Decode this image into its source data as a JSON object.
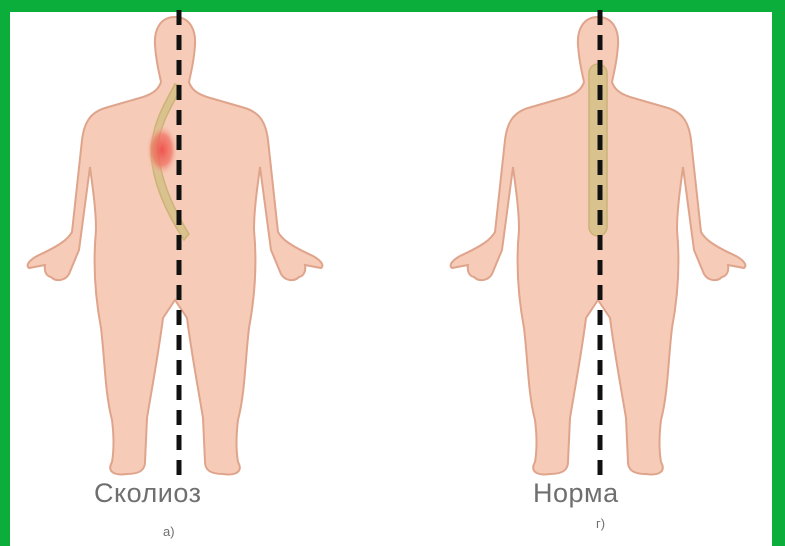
{
  "figures": [
    {
      "label": "Сколиоз",
      "sublabel": "а)"
    },
    {
      "label": "Норма",
      "sublabel": "г)"
    }
  ],
  "colors": {
    "frame": "#0bae3a",
    "body_fill": "#f6cbb7",
    "body_stroke": "#dfa48c",
    "spine_fill": "#d7c28a",
    "curve_highlight": "#ee4d4a",
    "midline": "#111111",
    "caption": "#6f6f6f"
  },
  "icons": [
    "human-silhouette",
    "spine-curve",
    "vertical-midline"
  ]
}
